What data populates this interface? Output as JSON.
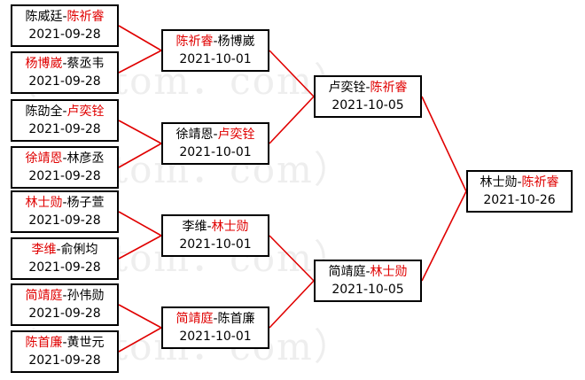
{
  "colors": {
    "winner": "#e00000",
    "line": "#e00000",
    "text": "#000000"
  },
  "watermark": "（hoetom．com）",
  "rounds": [
    [
      {
        "p1": "陈威廷",
        "p2": "陈祈睿",
        "winner": 2,
        "date": "2021-09-28"
      },
      {
        "p1": "杨博崴",
        "p2": "蔡丞韦",
        "winner": 1,
        "date": "2021-09-28"
      },
      {
        "p1": "陈劭全",
        "p2": "卢奕铨",
        "winner": 2,
        "date": "2021-09-28"
      },
      {
        "p1": "徐靖恩",
        "p2": "林彦丞",
        "winner": 1,
        "date": "2021-09-28"
      },
      {
        "p1": "林士勋",
        "p2": "杨子萱",
        "winner": 1,
        "date": "2021-09-28"
      },
      {
        "p1": "李维",
        "p2": "俞俐均",
        "winner": 1,
        "date": "2021-09-28"
      },
      {
        "p1": "简靖庭",
        "p2": "孙伟勋",
        "winner": 1,
        "date": "2021-09-28"
      },
      {
        "p1": "陈首廉",
        "p2": "黄世元",
        "winner": 1,
        "date": "2021-09-28"
      }
    ],
    [
      {
        "p1": "陈祈睿",
        "p2": "杨博崴",
        "winner": 1,
        "date": "2021-10-01"
      },
      {
        "p1": "徐靖恩",
        "p2": "卢奕铨",
        "winner": 2,
        "date": "2021-10-01"
      },
      {
        "p1": "李维",
        "p2": "林士勋",
        "winner": 2,
        "date": "2021-10-01"
      },
      {
        "p1": "简靖庭",
        "p2": "陈首廉",
        "winner": 1,
        "date": "2021-10-01"
      }
    ],
    [
      {
        "p1": "卢奕铨",
        "p2": "陈祈睿",
        "winner": 2,
        "date": "2021-10-05"
      },
      {
        "p1": "简靖庭",
        "p2": "林士勋",
        "winner": 2,
        "date": "2021-10-05"
      }
    ],
    [
      {
        "p1": "林士勋",
        "p2": "陈祈睿",
        "winner": 2,
        "date": "2021-10-26"
      }
    ]
  ]
}
